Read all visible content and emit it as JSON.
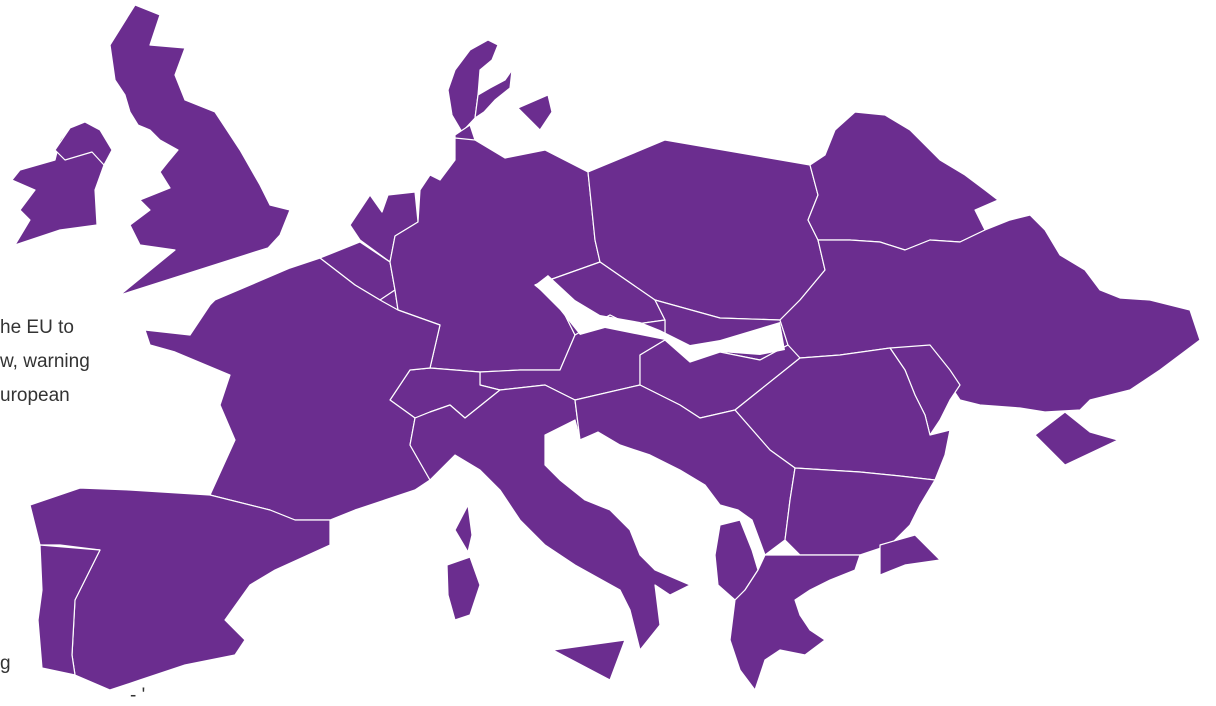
{
  "map": {
    "fill_color": "#6b2d8f",
    "border_color": "#ffffff",
    "background": "#ffffff"
  },
  "text_fragments": [
    "he EU to",
    "w, warning",
    "uropean",
    "g",
    "- ' "
  ]
}
